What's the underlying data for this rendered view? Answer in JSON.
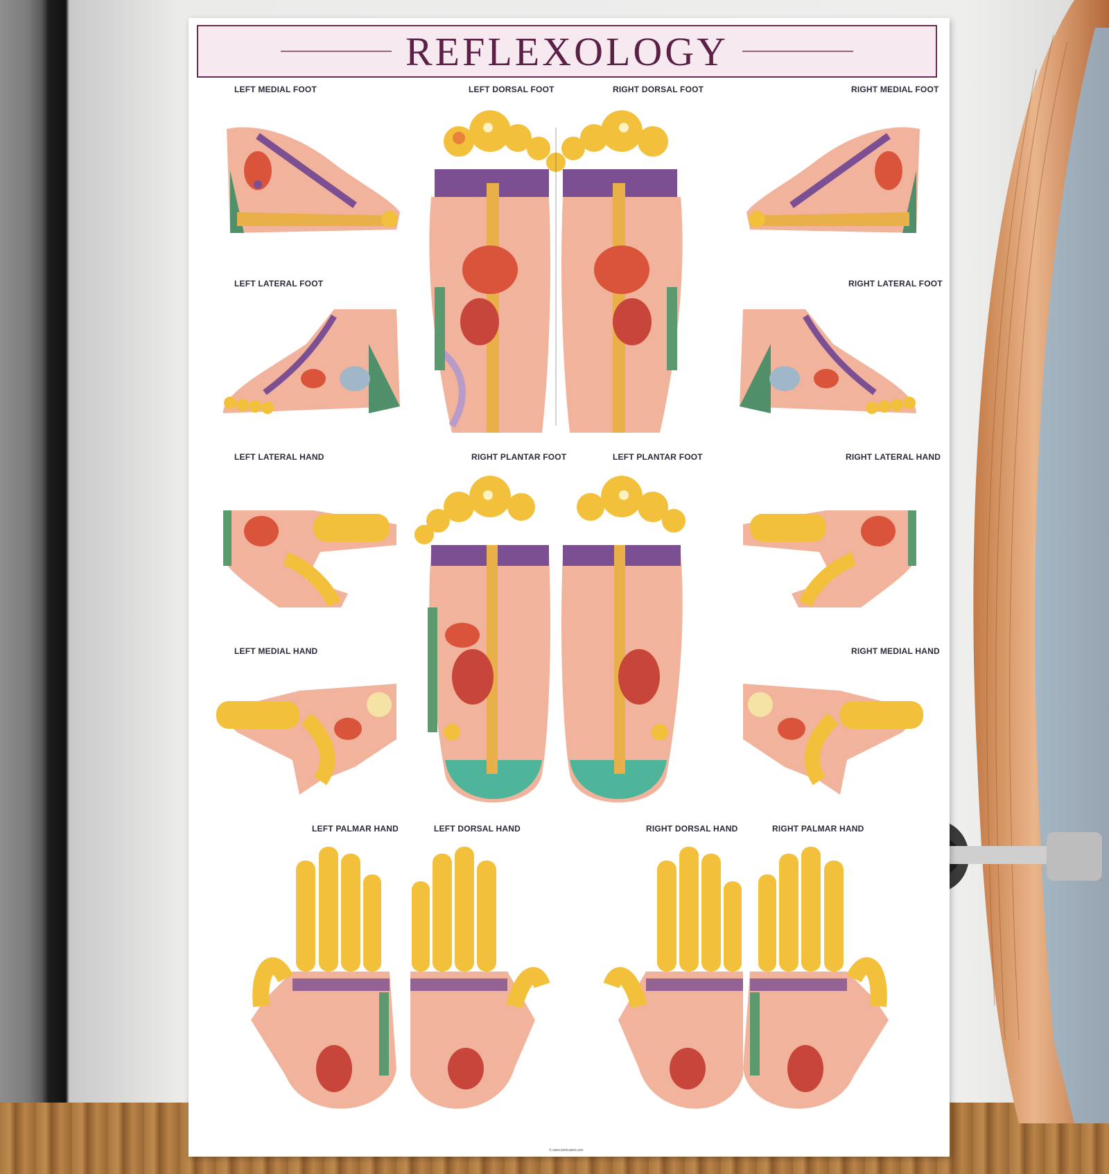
{
  "poster": {
    "title": "REFLEXOLOGY",
    "footnote": "© www.laminated.com"
  },
  "sections": [
    {
      "key": "left-medial-foot",
      "label": "LEFT MEDIAL FOOT"
    },
    {
      "key": "left-dorsal-foot",
      "label": "LEFT DORSAL FOOT"
    },
    {
      "key": "right-dorsal-foot",
      "label": "RIGHT DORSAL FOOT"
    },
    {
      "key": "right-medial-foot",
      "label": "RIGHT MEDIAL FOOT"
    },
    {
      "key": "left-lateral-foot",
      "label": "LEFT LATERAL FOOT"
    },
    {
      "key": "right-lateral-foot",
      "label": "RIGHT LATERAL FOOT"
    },
    {
      "key": "left-lateral-hand",
      "label": "LEFT LATERAL HAND"
    },
    {
      "key": "right-plantar-foot",
      "label": "RIGHT PLANTAR FOOT"
    },
    {
      "key": "left-plantar-foot",
      "label": "LEFT PLANTAR FOOT"
    },
    {
      "key": "right-lateral-hand",
      "label": "RIGHT LATERAL HAND"
    },
    {
      "key": "left-medial-hand",
      "label": "LEFT MEDIAL HAND"
    },
    {
      "key": "right-medial-hand",
      "label": "RIGHT MEDIAL HAND"
    },
    {
      "key": "left-palmar-hand",
      "label": "LEFT PALMAR HAND"
    },
    {
      "key": "left-dorsal-hand",
      "label": "LEFT DORSAL HAND"
    },
    {
      "key": "right-dorsal-hand",
      "label": "RIGHT DORSAL HAND"
    },
    {
      "key": "right-palmar-hand",
      "label": "RIGHT PALMAR HAND"
    }
  ],
  "colors": {
    "title_ink": "#5c1f45",
    "band_bg": "#f6eaf0",
    "skin": "#f3c9a2",
    "toe_yellow": "#f2c03a",
    "zone_red": "#d9543b",
    "zone_pink": "#ef9a86",
    "zone_purple": "#7b4f91",
    "zone_green": "#4f8f6a",
    "zone_teal": "#4fb59a",
    "spine": "#e9b04a"
  }
}
